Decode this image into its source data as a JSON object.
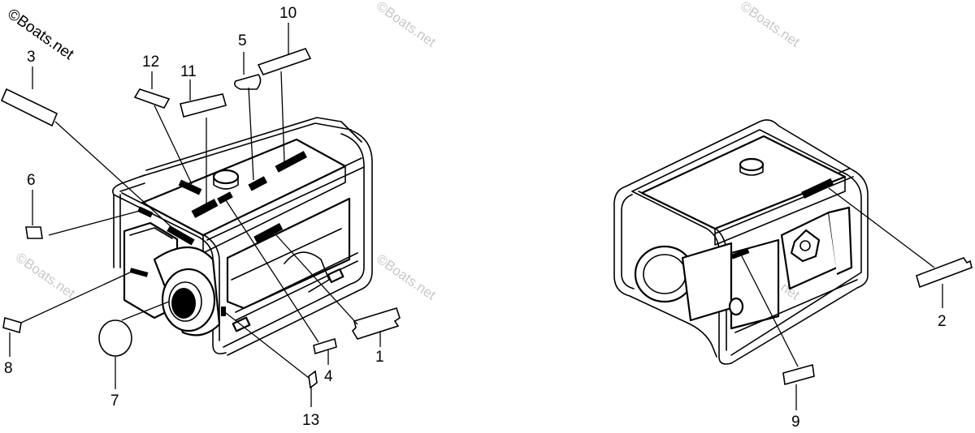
{
  "watermarks": {
    "primary": "©Boats.net",
    "secondary": "©Boats.net"
  },
  "callouts": {
    "c1": "1",
    "c2": "2",
    "c3": "3",
    "c4": "4",
    "c5": "5",
    "c6": "6",
    "c7": "7",
    "c8": "8",
    "c9": "9",
    "c10": "10",
    "c11": "11",
    "c12": "12",
    "c13": "13"
  }
}
